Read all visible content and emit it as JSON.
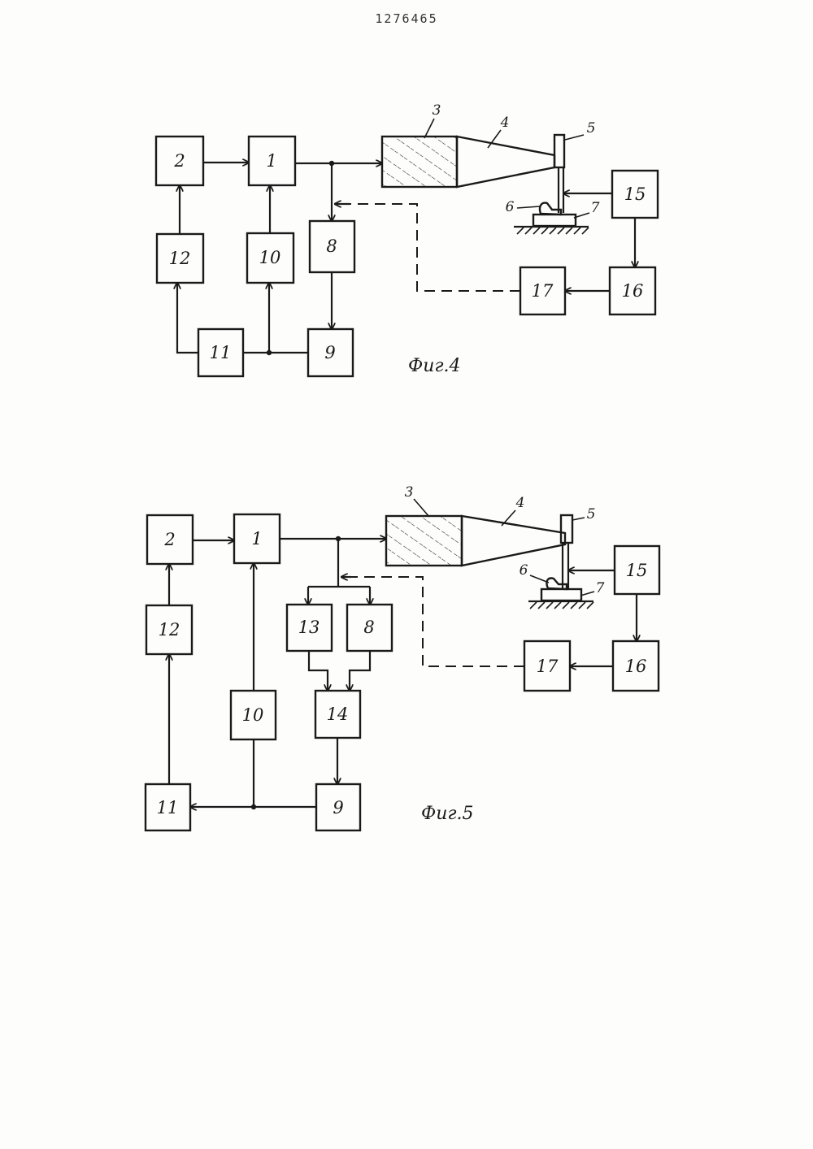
{
  "header": {
    "patent_number": "1276465"
  },
  "figure4": {
    "caption": "Фиг.4",
    "blocks": [
      "2",
      "1",
      "12",
      "10",
      "8",
      "11",
      "9",
      "15",
      "17",
      "16"
    ],
    "labels": [
      "3",
      "4",
      "5",
      "6",
      "7"
    ]
  },
  "figure5": {
    "caption": "Фиг.5",
    "blocks": [
      "2",
      "1",
      "12",
      "13",
      "8",
      "14",
      "10",
      "11",
      "9",
      "15",
      "17",
      "16"
    ],
    "labels": [
      "3",
      "4",
      "5",
      "6",
      "7"
    ]
  }
}
